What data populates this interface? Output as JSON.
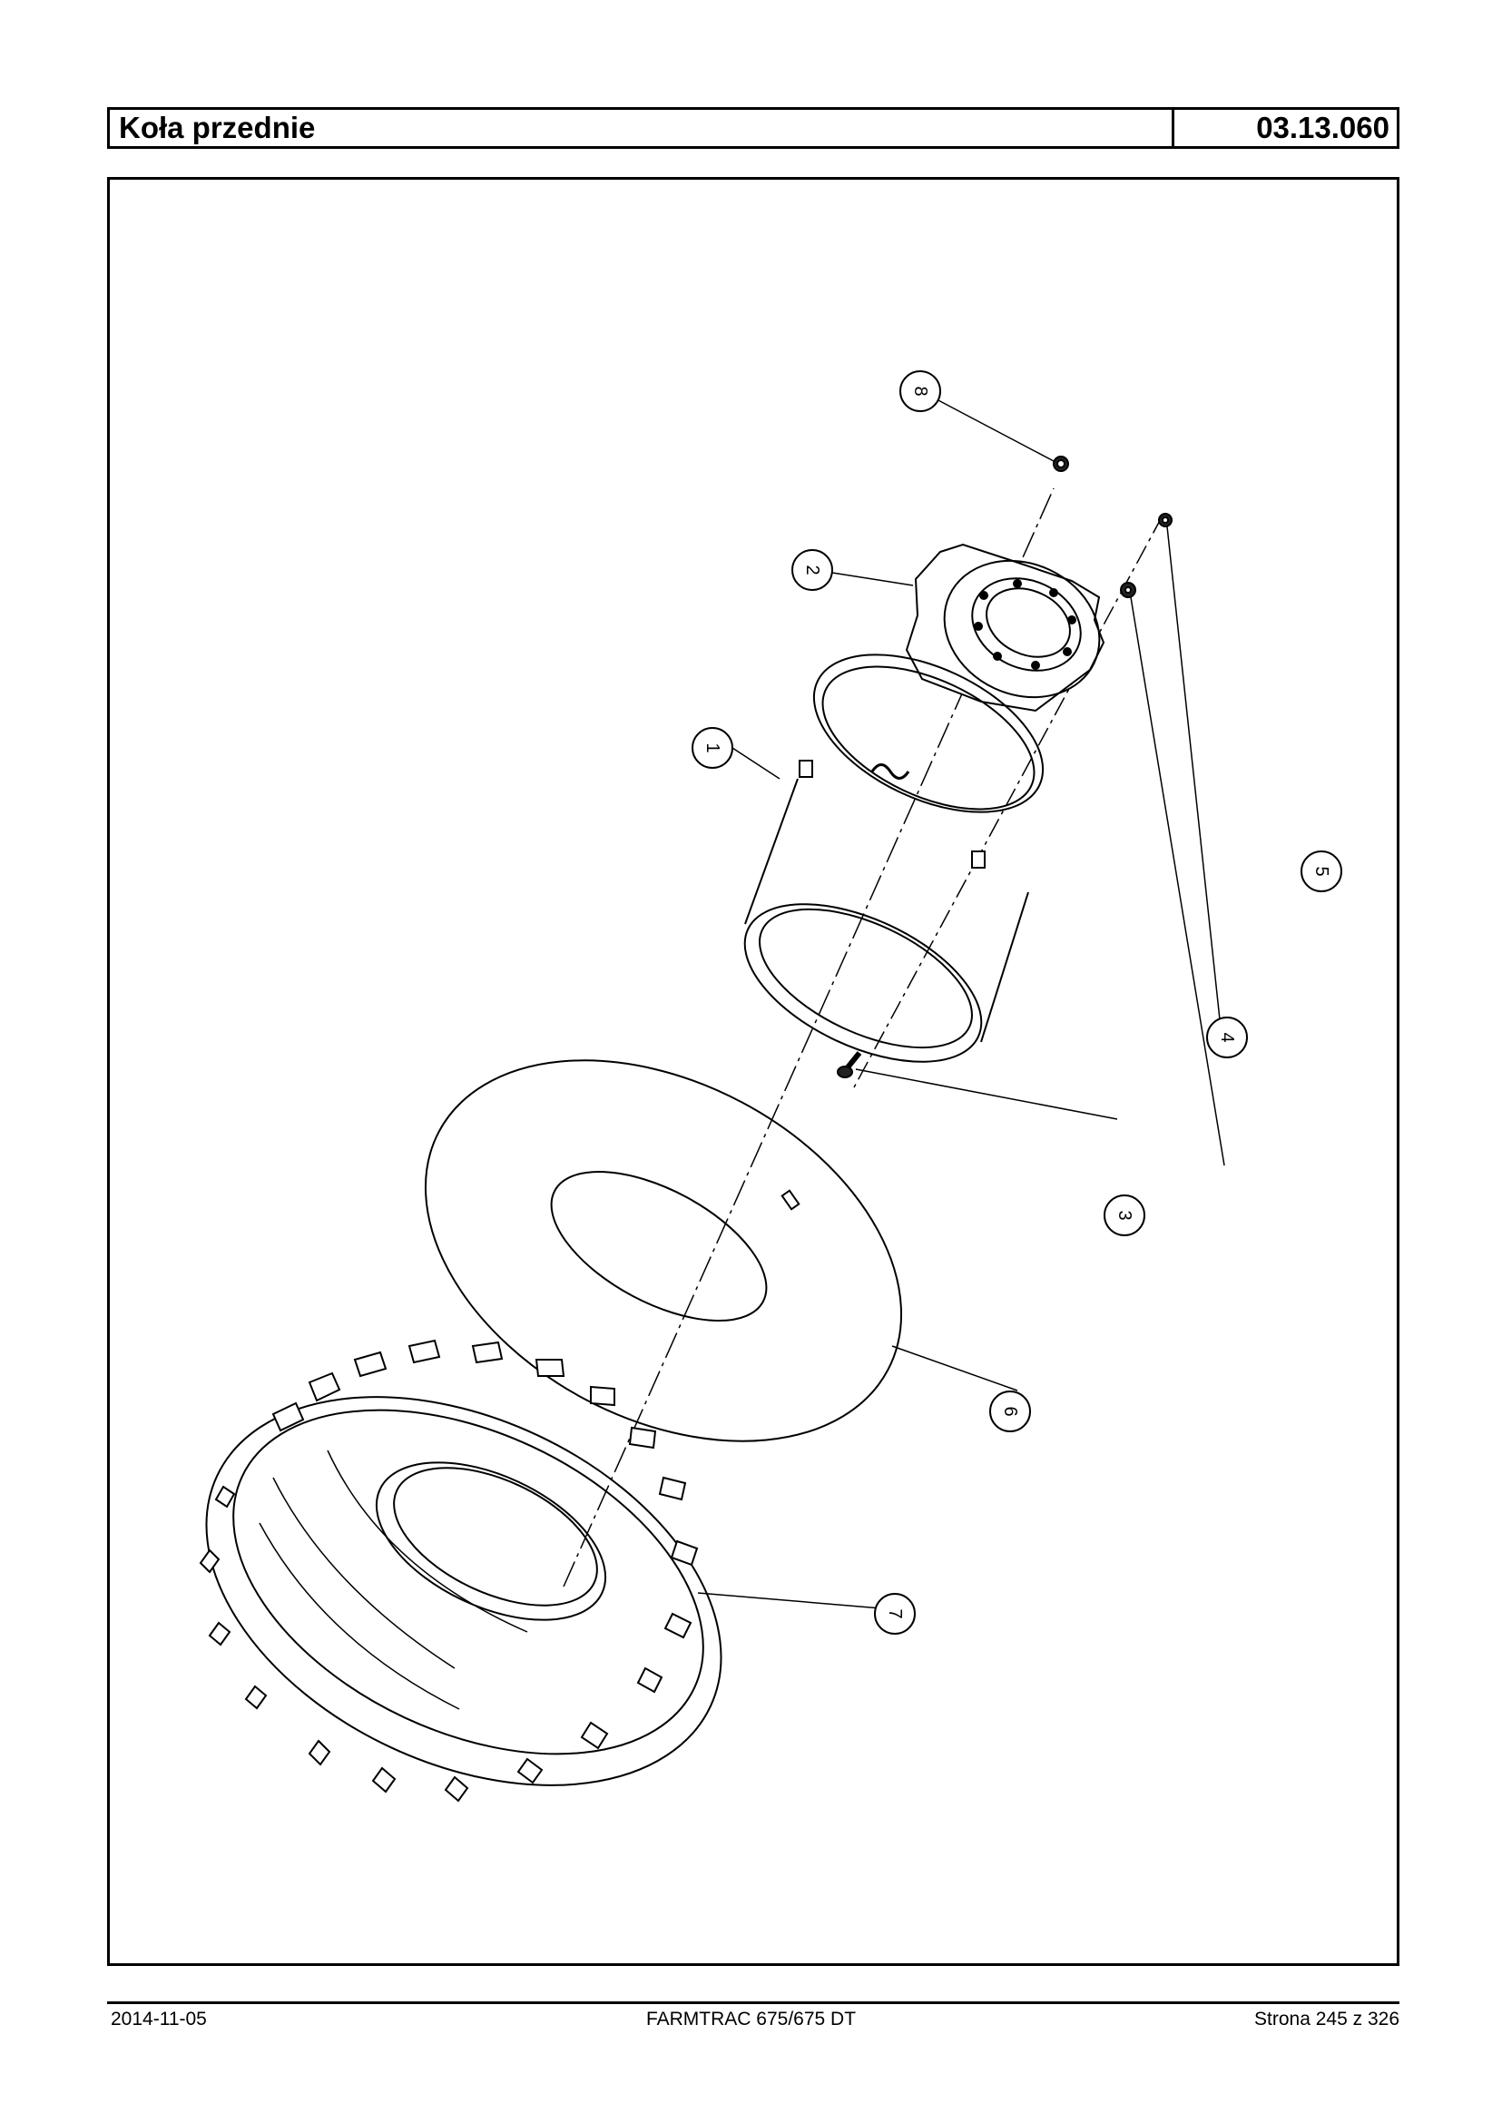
{
  "header": {
    "title": "Koła przednie",
    "code": "03.13.060"
  },
  "footer": {
    "date": "2014-11-05",
    "model": "FARMTRAC 675/675 DT",
    "page": "Strona 245 z 326"
  },
  "callouts": [
    {
      "id": "callout-1",
      "label": "1",
      "part": "rim-icon"
    },
    {
      "id": "callout-2",
      "label": "2",
      "part": "wheel-disc-icon"
    },
    {
      "id": "callout-3",
      "label": "3",
      "part": "bolt-icon"
    },
    {
      "id": "callout-4",
      "label": "4",
      "part": "washer-icon"
    },
    {
      "id": "callout-5",
      "label": "5",
      "part": "nut-icon"
    },
    {
      "id": "callout-6",
      "label": "6",
      "part": "inner-tube-icon"
    },
    {
      "id": "callout-7",
      "label": "7",
      "part": "tire-icon"
    },
    {
      "id": "callout-8",
      "label": "8",
      "part": "valve-nut-icon"
    }
  ]
}
